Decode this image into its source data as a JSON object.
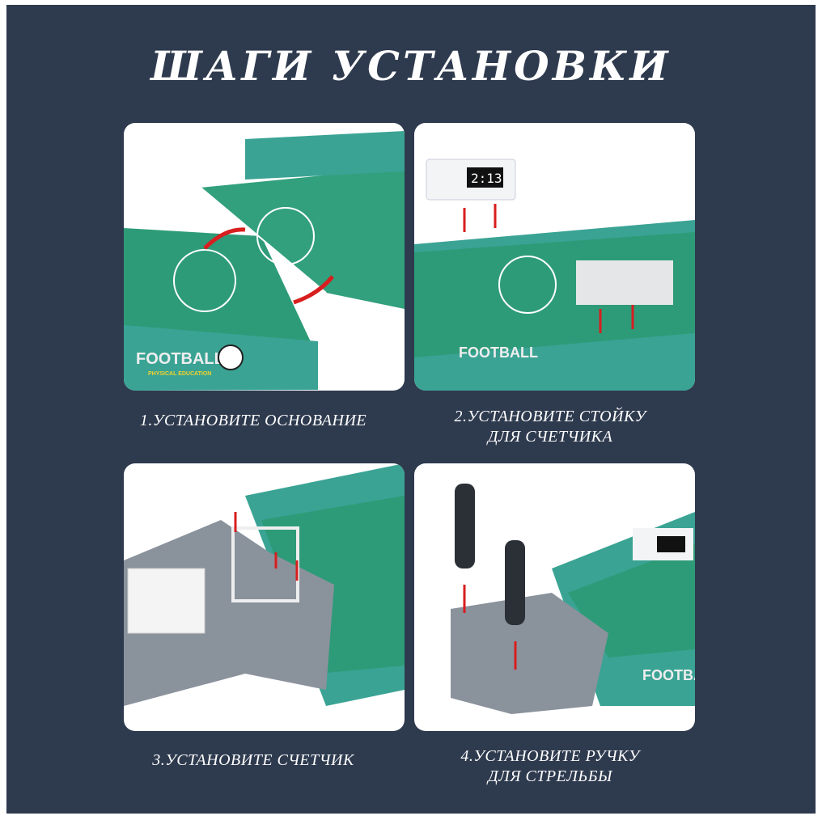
{
  "title": "ШАГИ УСТАНОВКИ",
  "steps": [
    {
      "line1": "1.УСТАНОВИТЕ ОСНОВАНИЕ",
      "line2": ""
    },
    {
      "line1": "2.УСТАНОВИТЕ СТОЙКУ",
      "line2": "ДЛЯ СЧЕТЧИКА"
    },
    {
      "line1": "3.УСТАНОВИТЕ СЧЕТЧИК",
      "line2": ""
    },
    {
      "line1": "4.УСТАНОВИТЕ РУЧКУ",
      "line2": "ДЛЯ СТРЕЛЬБЫ"
    }
  ],
  "logo": {
    "brand": "FOOTBALL",
    "tagline": "PHYSICAL EDUCATION"
  },
  "scoreboard": "2:13",
  "colors": {
    "background": "#2e3a4e",
    "pitch": "#2e9b78",
    "rail": "#3aa394",
    "arrow": "#d81e1e",
    "goal": "#8a929c"
  }
}
